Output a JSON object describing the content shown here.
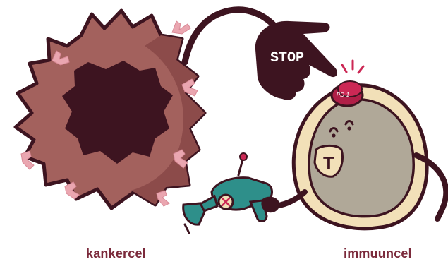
{
  "diagram": {
    "cancer_cell_label": "kankercel",
    "immune_cell_label": "immuuncel",
    "stop_text": "STOP",
    "receptor_label": "PD-1",
    "t_cell_letter": "T"
  },
  "colors": {
    "cancer_outer": "#a3615d",
    "cancer_inner": "#3d1420",
    "receptor_pink": "#eaa6b0",
    "immune_rim": "#f2e0b8",
    "immune_body": "#b0a898",
    "outline": "#3d1420",
    "pd1_button": "#cc2855",
    "ray_gun": "#2e8f8a",
    "label_text": "#7b2a3b"
  }
}
